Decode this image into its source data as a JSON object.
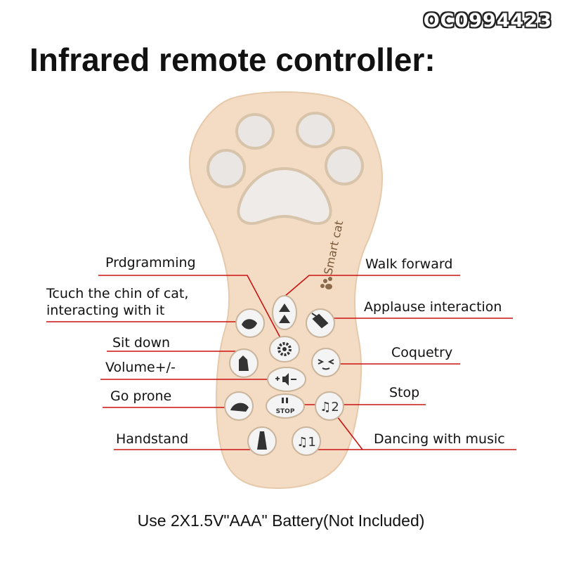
{
  "product_code": "OC0994423",
  "title": "Infrared remote controller:",
  "footer_note": "Use 2X1.5V\"AAA\" Battery(Not Included)",
  "remote": {
    "brand_text": "Smart cat",
    "body_color": "#f3dcc3",
    "button_color": "#f4f4f4",
    "line_color": "#cc1111",
    "buttons": [
      {
        "name": "walk-forward-button",
        "icon": "up-arrow-icon"
      },
      {
        "name": "touch-chin-button",
        "icon": "cat-chin-icon"
      },
      {
        "name": "applause-button",
        "icon": "clap-hands-icon"
      },
      {
        "name": "programming-button",
        "icon": "gear-icon"
      },
      {
        "name": "sit-down-button",
        "icon": "sitting-cat-icon"
      },
      {
        "name": "coquetry-button",
        "icon": "shy-face-icon"
      },
      {
        "name": "volume-button",
        "icon": "speaker-icon",
        "text": "+ ◀ −"
      },
      {
        "name": "go-prone-button",
        "icon": "prone-cat-icon"
      },
      {
        "name": "stop-button",
        "icon": "pause-icon",
        "text": "STOP"
      },
      {
        "name": "music-2-button",
        "icon": "music-note-icon",
        "text": "♫2"
      },
      {
        "name": "handstand-button",
        "icon": "handstand-cat-icon"
      },
      {
        "name": "music-1-button",
        "icon": "music-note-icon",
        "text": "♫1"
      }
    ]
  },
  "labels": {
    "programming": "Prdgramming",
    "walk_forward": "Walk forward",
    "touch_chin": "Tcuch the chin of cat,\ninteracting with it",
    "applause": "Applause interaction",
    "sit_down": "Sit down",
    "coquetry": "Coquetry",
    "volume": "Volume+/-",
    "go_prone": "Go prone",
    "stop": "Stop",
    "handstand": "Handstand",
    "dancing": "Dancing with music"
  }
}
